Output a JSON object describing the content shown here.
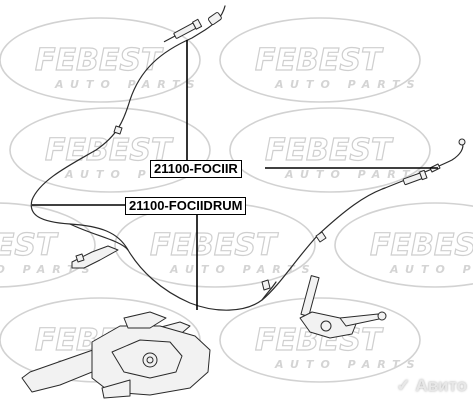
{
  "watermark": {
    "brand": "FEBEST",
    "subtext": "AUTO PARTS"
  },
  "labels": {
    "part_rear_right": "21100-FOCIIR",
    "part_drum": "21100-FOCIIDRUM"
  },
  "corner_watermark": "✓ Авито"
}
